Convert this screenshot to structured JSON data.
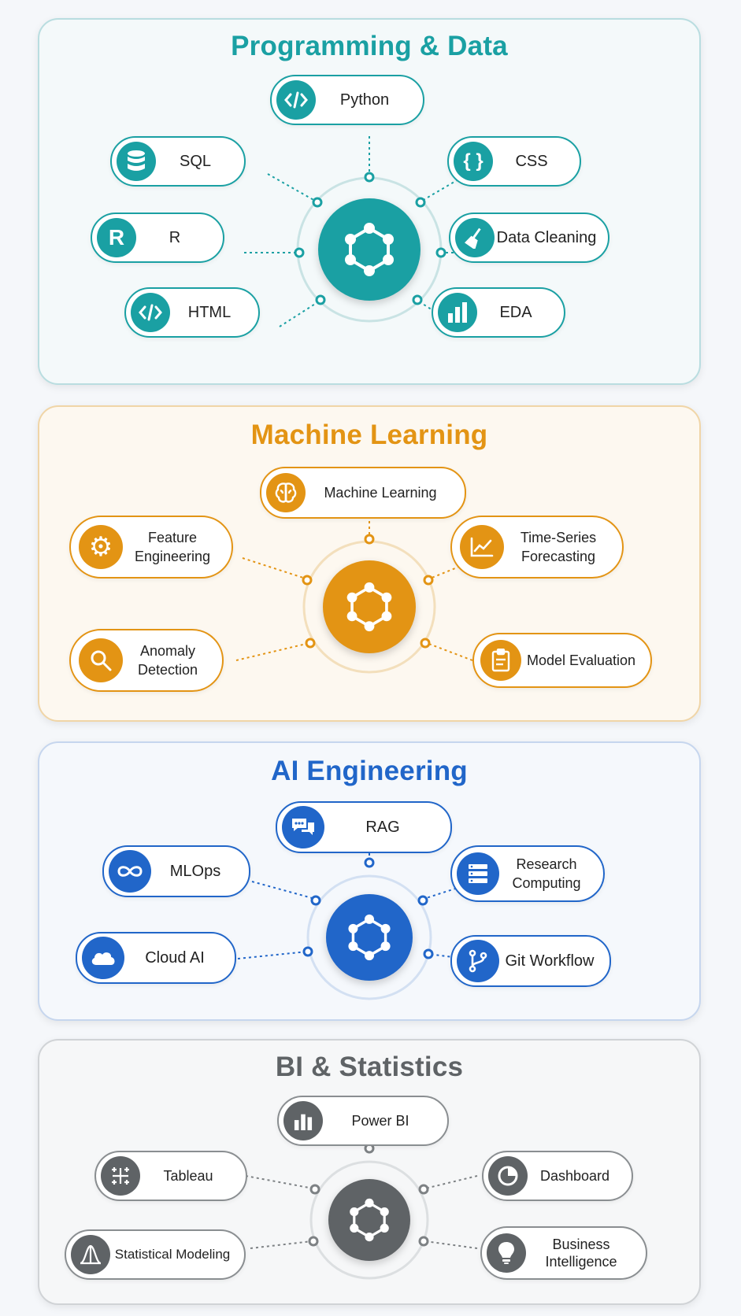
{
  "sections": [
    {
      "id": "programming",
      "title": "Programming & Data",
      "color": "#1aa0a3",
      "items": [
        {
          "label": "Python",
          "icon": "code-icon"
        },
        {
          "label": "SQL",
          "icon": "database-icon"
        },
        {
          "label": "CSS",
          "icon": "braces-icon"
        },
        {
          "label": "R",
          "icon": "r-letter-icon"
        },
        {
          "label": "Data Cleaning",
          "icon": "broom-icon"
        },
        {
          "label": "HTML",
          "icon": "code-icon"
        },
        {
          "label": "EDA",
          "icon": "bar-chart-icon"
        }
      ]
    },
    {
      "id": "ml",
      "title": "Machine Learning",
      "color": "#e39414",
      "items": [
        {
          "label": "Machine Learning",
          "icon": "brain-icon"
        },
        {
          "label": "Feature\nEngineering",
          "icon": "gear-icon"
        },
        {
          "label": "Time-Series\nForecasting",
          "icon": "line-chart-icon"
        },
        {
          "label": "Anomaly\nDetection",
          "icon": "magnifier-icon"
        },
        {
          "label": "Model Evaluation",
          "icon": "clipboard-icon"
        }
      ]
    },
    {
      "id": "ai",
      "title": "AI Engineering",
      "color": "#2166c9",
      "items": [
        {
          "label": "RAG",
          "icon": "chat-bubbles-icon"
        },
        {
          "label": "MLOps",
          "icon": "infinity-icon"
        },
        {
          "label": "Research\nComputing",
          "icon": "server-icon"
        },
        {
          "label": "Cloud AI",
          "icon": "cloud-icon"
        },
        {
          "label": "Git Workflow",
          "icon": "git-branch-icon"
        }
      ]
    },
    {
      "id": "bi",
      "title": "BI & Statistics",
      "color": "#5f6366",
      "items": [
        {
          "label": "Power BI",
          "icon": "bar-chart-icon"
        },
        {
          "label": "Tableau",
          "icon": "tableau-cross-icon"
        },
        {
          "label": "Dashboard",
          "icon": "pie-chart-icon"
        },
        {
          "label": "Statistical Modeling",
          "icon": "bell-curve-icon"
        },
        {
          "label": "Business\nIntelligence",
          "icon": "lightbulb-icon"
        }
      ]
    }
  ]
}
